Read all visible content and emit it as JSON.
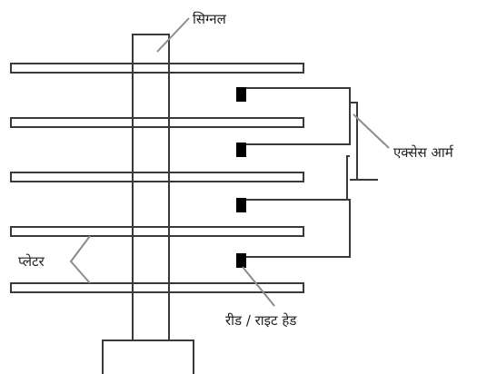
{
  "diagram": {
    "labels": {
      "spindle": "सिग्नल",
      "access_arms": "एक्सेस आर्म",
      "platters": "प्लेटर",
      "read_write_head": "रीड / राइट हेड"
    },
    "platter_count": 5,
    "access_arm_count": 4,
    "colors": {
      "line": "#3a3a3a",
      "head": "#000000",
      "leader": "#9a9a9a",
      "background": "#ffffff"
    }
  }
}
